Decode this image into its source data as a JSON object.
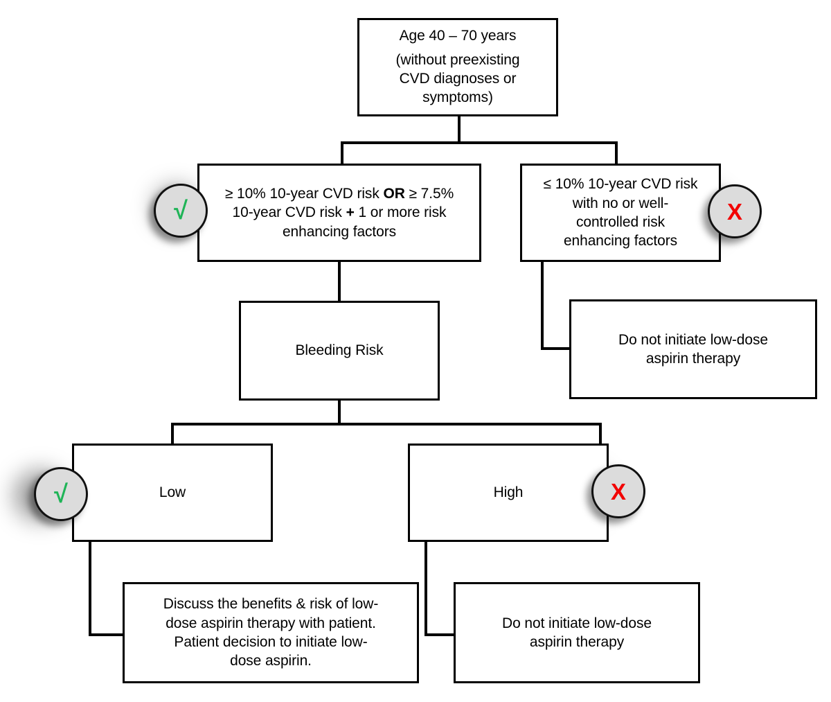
{
  "diagram": {
    "title": "Low-dose aspirin primary prevention decision flowchart",
    "colors": {
      "box_border": "#000000",
      "box_fill": "#ffffff",
      "connector": "#000000",
      "badge_fill": "#dcdcdc",
      "badge_border": "#111111",
      "check_green": "#1fb457",
      "cross_red": "#f20000"
    },
    "nodes": {
      "age_criteria": {
        "line1": "Age 40 – 70 years",
        "line2": "(without preexisting\nCVD diagnoses or\nsymptoms)"
      },
      "high_risk": {
        "part1": "≥ 10% 10-year CVD risk ",
        "bold1": "OR",
        "part2": " ≥ 7.5%\n10-year CVD risk ",
        "bold2": "+",
        "part3": " 1 or more risk\nenhancing factors"
      },
      "low_risk": {
        "text": "≤ 10% 10-year CVD risk\nwith no or well-\ncontrolled risk\nenhancing factors"
      },
      "no_aspirin_right": {
        "text": "Do not initiate low-dose\naspirin therapy"
      },
      "bleeding_risk": {
        "text": "Bleeding Risk"
      },
      "bleed_low": {
        "text": "Low"
      },
      "bleed_high": {
        "text": "High"
      },
      "discuss": {
        "text": "Discuss the benefits & risk of low-\ndose aspirin therapy with patient.\nPatient decision to initiate low-\ndose aspirin."
      },
      "no_aspirin_bottom": {
        "text": "Do not initiate low-dose\naspirin therapy"
      }
    },
    "badges": {
      "high_risk_ok": {
        "glyph": "√",
        "meaning": "check-mark"
      },
      "low_risk_no": {
        "glyph": "X",
        "meaning": "cross-mark"
      },
      "bleed_low_ok": {
        "glyph": "√",
        "meaning": "check-mark"
      },
      "bleed_high_no": {
        "glyph": "X",
        "meaning": "cross-mark"
      }
    }
  }
}
